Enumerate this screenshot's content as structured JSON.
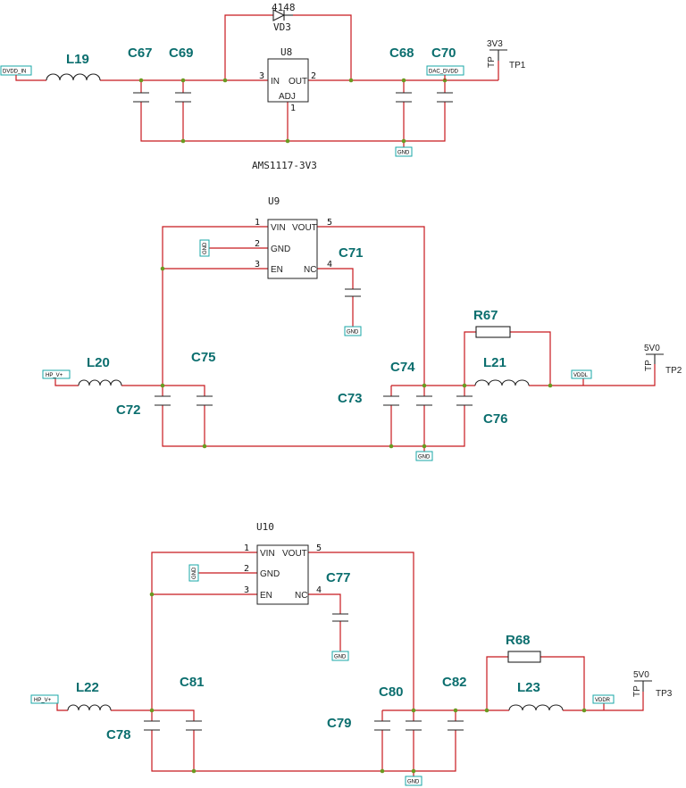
{
  "regulator1": {
    "inductor": "L19",
    "caps": [
      "C67",
      "C69",
      "C68",
      "C70"
    ],
    "ic_ref": "U8",
    "ic_part": "AMS1117-3V3",
    "pins": {
      "in": "IN",
      "out": "OUT",
      "adj": "ADJ",
      "in_num": "3",
      "out_num": "2",
      "adj_num": "1"
    },
    "diode_ref": "VD3",
    "diode_value": "4148",
    "net_in": "DVDD_IN",
    "net_out": "DAC_DVDD",
    "net_gnd": "GND",
    "tp_ref": "TP1",
    "tp_voltage": "3V3",
    "tp_label": "TP"
  },
  "regulator2": {
    "ic_ref": "U9",
    "pins": {
      "vin": "VIN",
      "gnd": "GND",
      "en": "EN",
      "vout": "VOUT",
      "nc": "NC",
      "n1": "1",
      "n2": "2",
      "n3": "3",
      "n5": "5",
      "n4": "4"
    },
    "inductor_in": "L20",
    "inductor_out": "L21",
    "resistor": "R67",
    "caps": {
      "c71": "C71",
      "c72": "C72",
      "c73": "C73",
      "c74": "C74",
      "c75": "C75",
      "c76": "C76"
    },
    "net_in": "HP_V+",
    "net_out": "VDDL",
    "net_gnd": "GND",
    "tp_ref": "TP2",
    "tp_voltage": "5V0",
    "tp_label": "TP"
  },
  "regulator3": {
    "ic_ref": "U10",
    "pins": {
      "vin": "VIN",
      "gnd": "GND",
      "en": "EN",
      "vout": "VOUT",
      "nc": "NC",
      "n1": "1",
      "n2": "2",
      "n3": "3",
      "n5": "5",
      "n4": "4"
    },
    "inductor_in": "L22",
    "inductor_out": "L23",
    "resistor": "R68",
    "caps": {
      "c77": "C77",
      "c78": "C78",
      "c79": "C79",
      "c80": "C80",
      "c81": "C81",
      "c82": "C82"
    },
    "net_in": "HP_V+",
    "net_out": "VDDR",
    "net_gnd": "GND",
    "tp_ref": "TP3",
    "tp_voltage": "5V0",
    "tp_label": "TP"
  },
  "colors": {
    "wire": "#c8191e",
    "ref": "#0b6e6e",
    "junction": "#6a9a20",
    "label_border": "#1aa7a7"
  }
}
